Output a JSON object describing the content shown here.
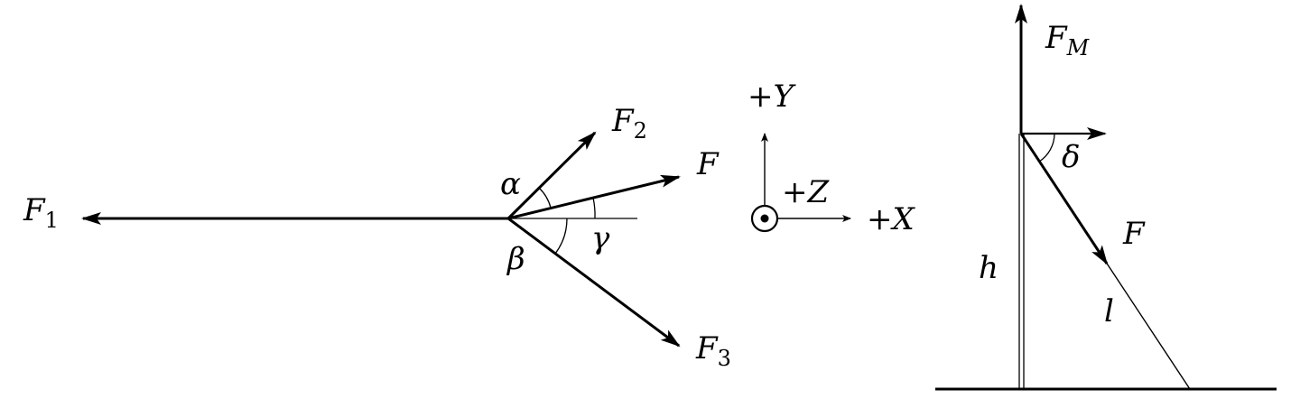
{
  "left_diagram": {
    "force_labels": {
      "f1": {
        "main": "F",
        "sub": "1"
      },
      "f2": {
        "main": "F",
        "sub": "2"
      },
      "f3": {
        "main": "F",
        "sub": "3"
      },
      "f": {
        "main": "F"
      }
    },
    "angle_labels": {
      "alpha": "α",
      "beta": "β",
      "gamma": "γ"
    }
  },
  "axes": {
    "y": {
      "sign": "+",
      "name": "Y"
    },
    "z": {
      "sign": "+",
      "name": "Z"
    },
    "x": {
      "sign": "+",
      "name": "X"
    }
  },
  "right_diagram": {
    "force_labels": {
      "fm": {
        "main": "F",
        "sub": "M"
      },
      "f": {
        "main": "F"
      }
    },
    "angle_label": "δ",
    "length_labels": {
      "h": "h",
      "l": "l"
    }
  }
}
